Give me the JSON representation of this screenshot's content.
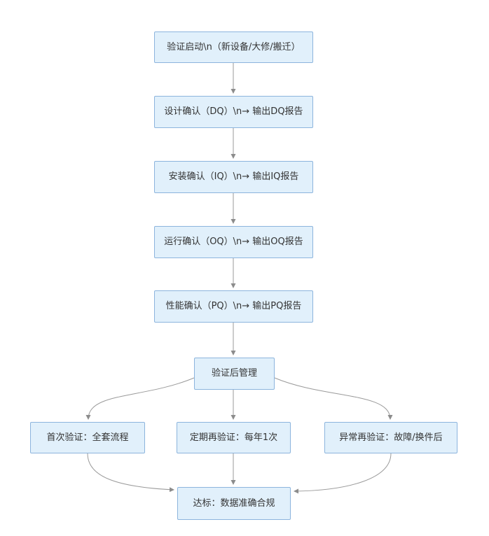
{
  "diagram": {
    "type": "flowchart",
    "colors": {
      "background": "#ffffff",
      "node_fill": "#e1f0fb",
      "node_border": "#8cb4dd",
      "node_text": "#333333",
      "edge_line": "#9a9a9a",
      "edge_arrow": "#8c8c8c"
    },
    "nodes": [
      {
        "id": "start",
        "label": "验证启动\\n（新设备/大修/搬迁）"
      },
      {
        "id": "dq",
        "label": "设计确认（DQ）\\n→ 输出DQ报告"
      },
      {
        "id": "iq",
        "label": "安装确认（IQ）\\n→ 输出IQ报告"
      },
      {
        "id": "oq",
        "label": "运行确认（OQ）\\n→ 输出OQ报告"
      },
      {
        "id": "pq",
        "label": "性能确认（PQ）\\n→ 输出PQ报告"
      },
      {
        "id": "post",
        "label": "验证后管理"
      },
      {
        "id": "first",
        "label": "首次验证：全套流程"
      },
      {
        "id": "periodic",
        "label": "定期再验证：每年1次"
      },
      {
        "id": "abnormal",
        "label": "异常再验证：故障/换件后"
      },
      {
        "id": "pass",
        "label": "达标：数据准确合规"
      }
    ],
    "edges": [
      {
        "from": "start",
        "to": "dq"
      },
      {
        "from": "dq",
        "to": "iq"
      },
      {
        "from": "iq",
        "to": "oq"
      },
      {
        "from": "oq",
        "to": "pq"
      },
      {
        "from": "pq",
        "to": "post"
      },
      {
        "from": "post",
        "to": "first"
      },
      {
        "from": "post",
        "to": "periodic"
      },
      {
        "from": "post",
        "to": "abnormal"
      },
      {
        "from": "first",
        "to": "pass"
      },
      {
        "from": "periodic",
        "to": "pass"
      },
      {
        "from": "abnormal",
        "to": "pass"
      }
    ]
  }
}
